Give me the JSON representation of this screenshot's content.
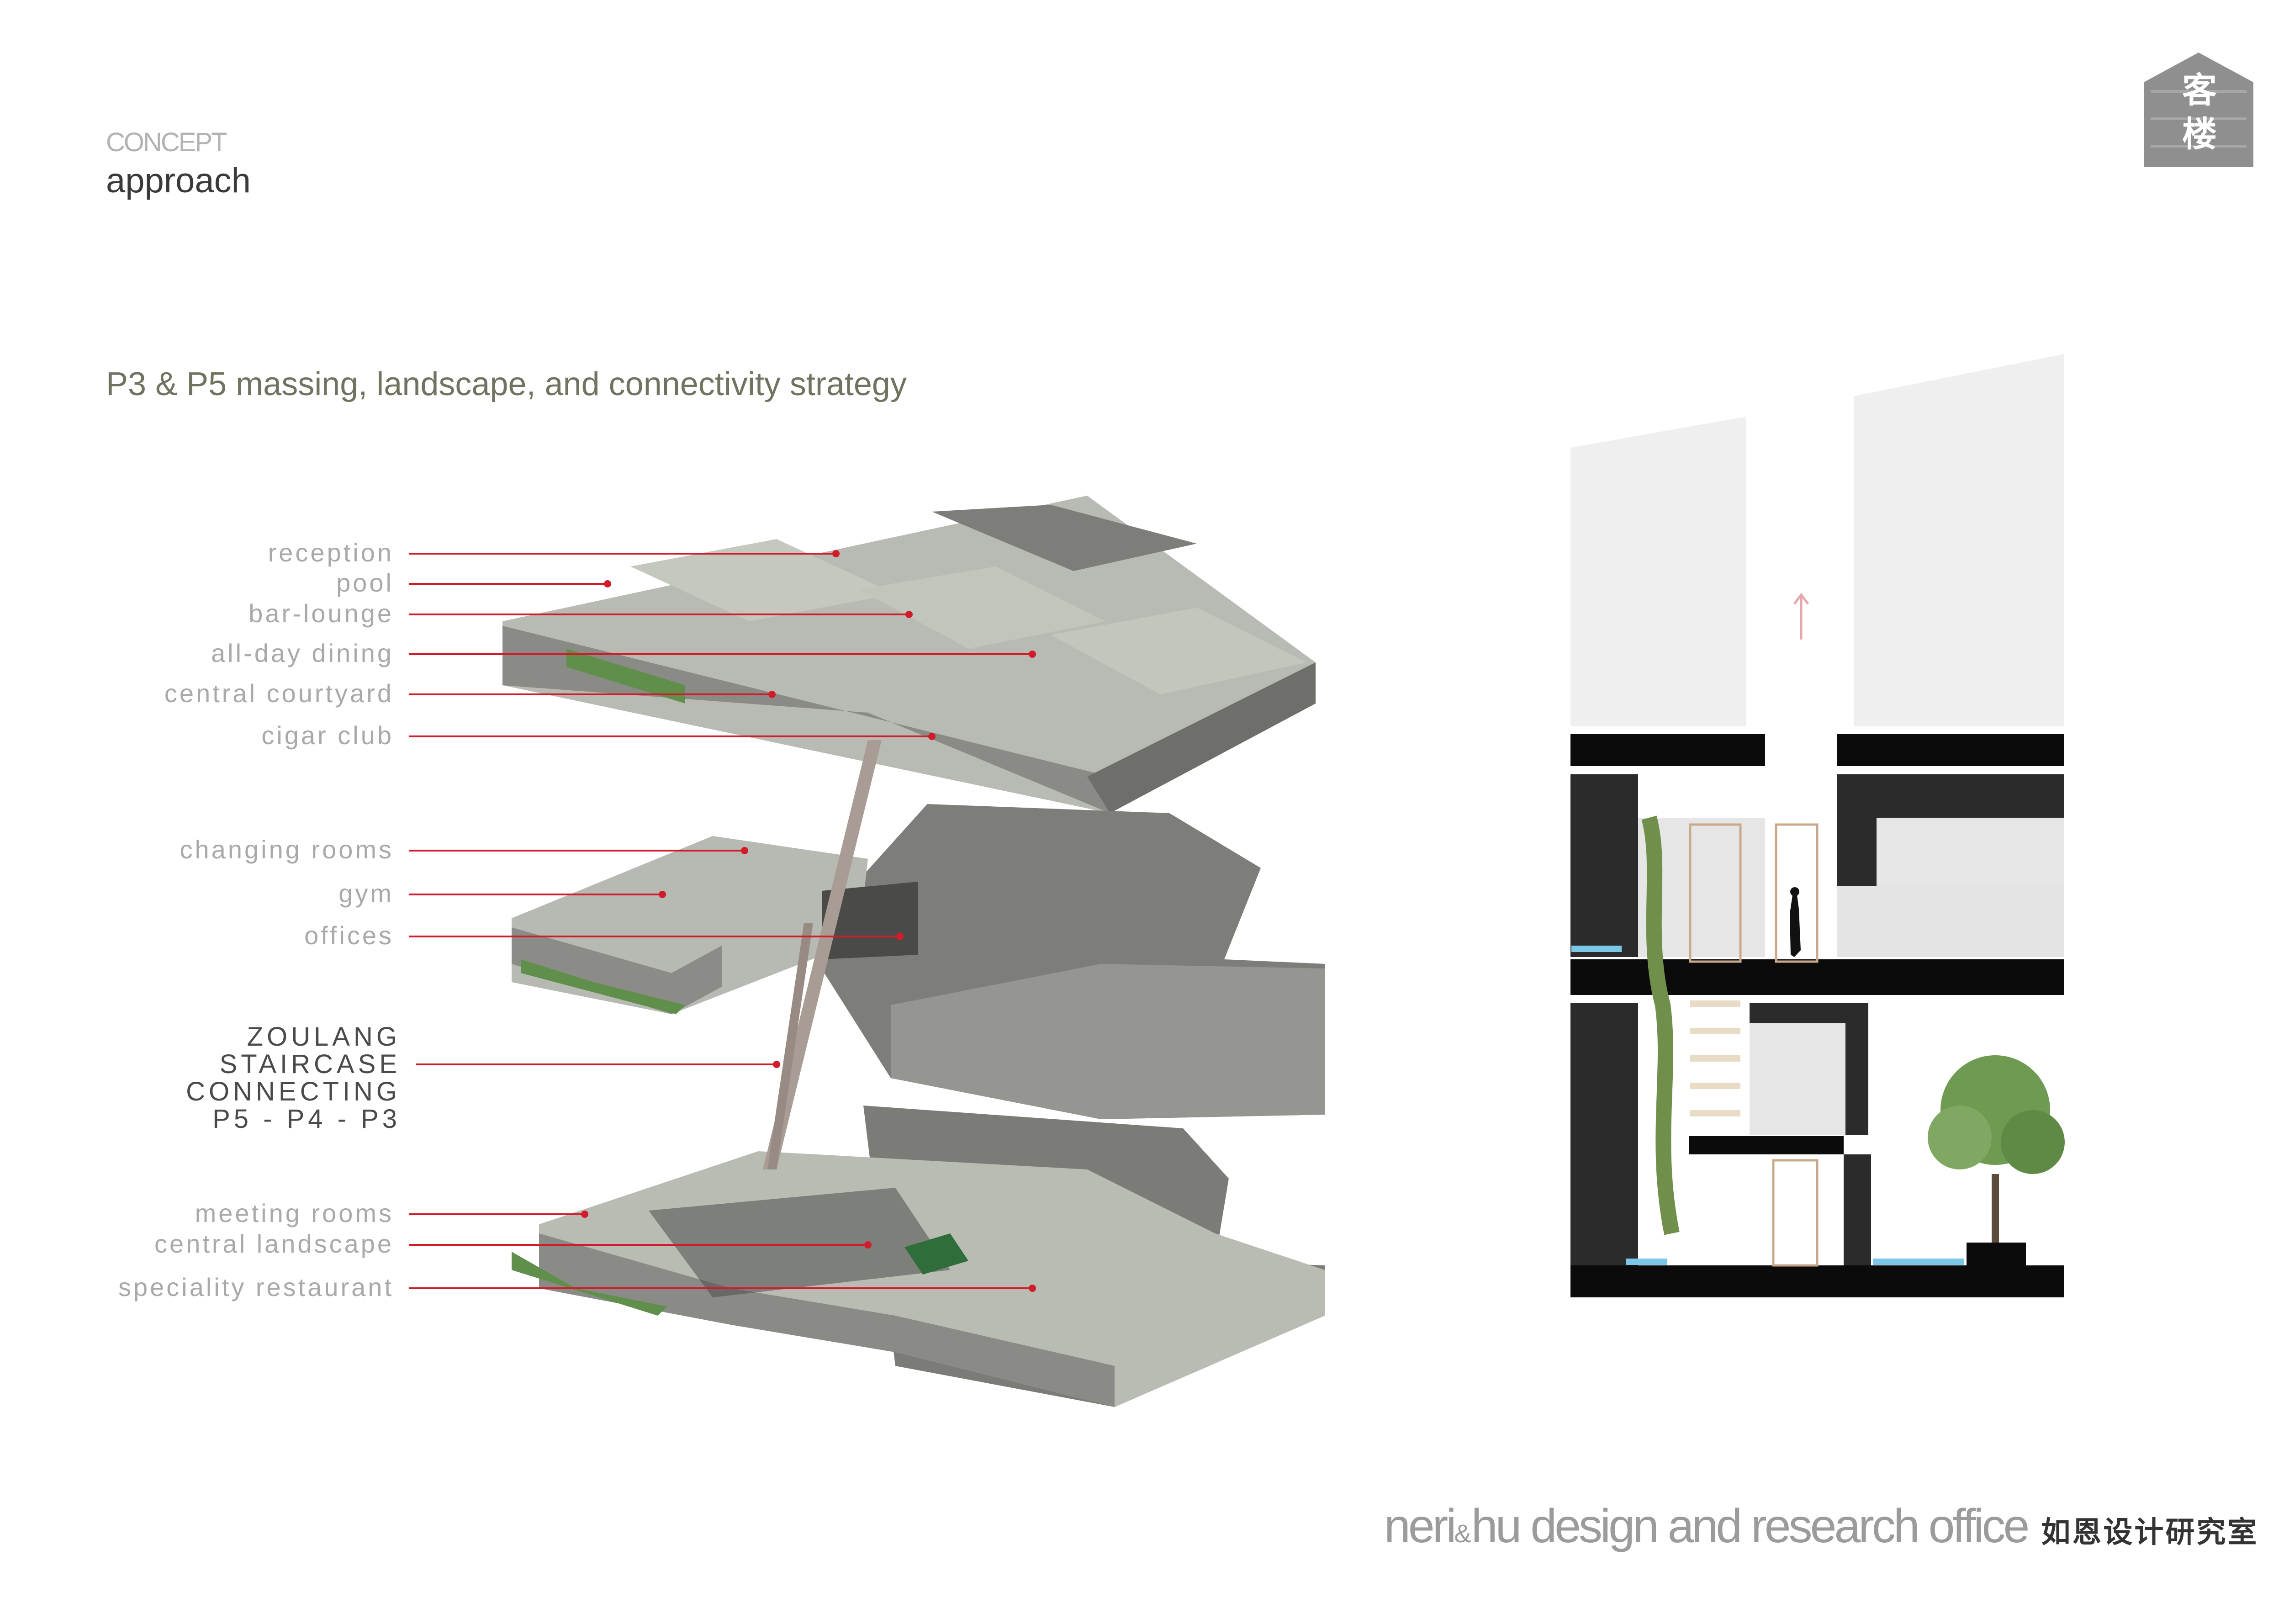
{
  "header": {
    "concept": "CONCEPT",
    "approach": "approach"
  },
  "section_title": "P3 & P5 massing, landscape, and connectivity strategy",
  "labels": {
    "reception": "reception",
    "pool": "pool",
    "bar_lounge": "bar-lounge",
    "all_day_dining": "all-day dining",
    "central_courtyard": "central courtyard",
    "cigar_club": "cigar club",
    "changing_rooms": "changing rooms",
    "gym": "gym",
    "offices": "offices",
    "zoulang": [
      "ZOULANG",
      "STAIRCASE",
      "CONNECTING",
      "P5 - P4 - P3"
    ],
    "meeting_rooms": "meeting rooms",
    "central_landscape": "central landscape",
    "speciality_restaurant": "speciality restaurant"
  },
  "footer": {
    "brand_a": "neri",
    "brand_amp": "&",
    "brand_b": "hu",
    "brand_rest": " design and research office",
    "brand_cn": "如恩设计研究室"
  },
  "logo": {
    "text_top": "客",
    "text_bottom": "楼",
    "color": "#8f8f8f"
  },
  "colors": {
    "leader": "#d31c2b",
    "concrete_top": "#b9bdb4",
    "concrete_side": "#8b8c87",
    "shadow": "#707070",
    "green": "#4d8a3f"
  }
}
